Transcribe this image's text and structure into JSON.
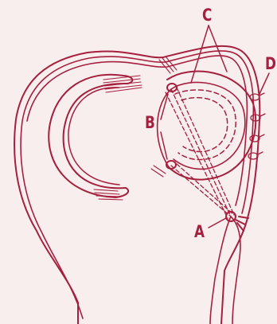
{
  "colors": {
    "background": "#f8eeee",
    "line": "#a5203e"
  },
  "labels": {
    "a": "A",
    "b": "B",
    "c": "C",
    "d": "D"
  }
}
